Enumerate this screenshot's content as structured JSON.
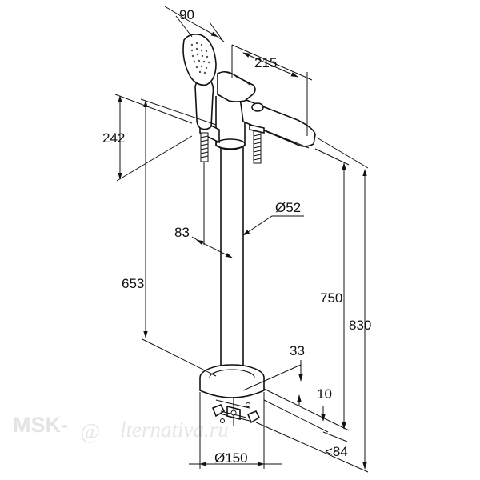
{
  "dimensions": {
    "d90": "90",
    "d215": "215",
    "d242": "242",
    "d52": "Ø52",
    "d83": "83",
    "d653": "653",
    "d750": "750",
    "d830": "830",
    "d33": "33",
    "d10": "10",
    "d84": "<84",
    "d150": "Ø150"
  },
  "watermark": {
    "prefix": "MSK-",
    "at": "@",
    "suffix": "lternativa.ru"
  }
}
